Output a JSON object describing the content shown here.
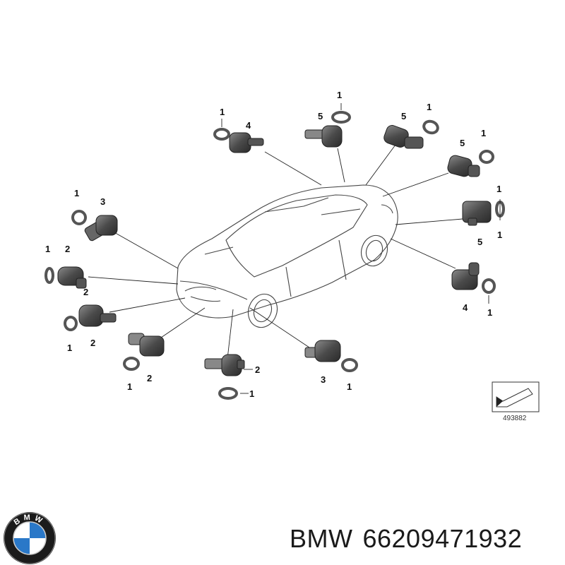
{
  "diagram": {
    "reference_number": "493882",
    "callouts": [
      {
        "id": "c1",
        "label": "1"
      },
      {
        "id": "c2",
        "label": "4"
      },
      {
        "id": "c3",
        "label": "1"
      },
      {
        "id": "c4",
        "label": "5"
      },
      {
        "id": "c5",
        "label": "5"
      },
      {
        "id": "c6",
        "label": "1"
      },
      {
        "id": "c7",
        "label": "5"
      },
      {
        "id": "c8",
        "label": "1"
      },
      {
        "id": "c9",
        "label": "1"
      },
      {
        "id": "c10",
        "label": "3"
      },
      {
        "id": "c11",
        "label": "1"
      },
      {
        "id": "c12",
        "label": "2"
      },
      {
        "id": "c13",
        "label": "1"
      },
      {
        "id": "c14",
        "label": "2"
      },
      {
        "id": "c15",
        "label": "1"
      },
      {
        "id": "c16",
        "label": "2"
      },
      {
        "id": "c17",
        "label": "2"
      },
      {
        "id": "c18",
        "label": "1"
      },
      {
        "id": "c19",
        "label": "3"
      },
      {
        "id": "c20",
        "label": "1"
      },
      {
        "id": "c21",
        "label": "5"
      },
      {
        "id": "c22",
        "label": "1"
      },
      {
        "id": "c23",
        "label": "4"
      },
      {
        "id": "c24",
        "label": "1"
      },
      {
        "id": "c25",
        "label": "1"
      }
    ]
  },
  "footer": {
    "brand": "BMW",
    "part_number": "66209471932",
    "logo_letters": "BMW"
  }
}
